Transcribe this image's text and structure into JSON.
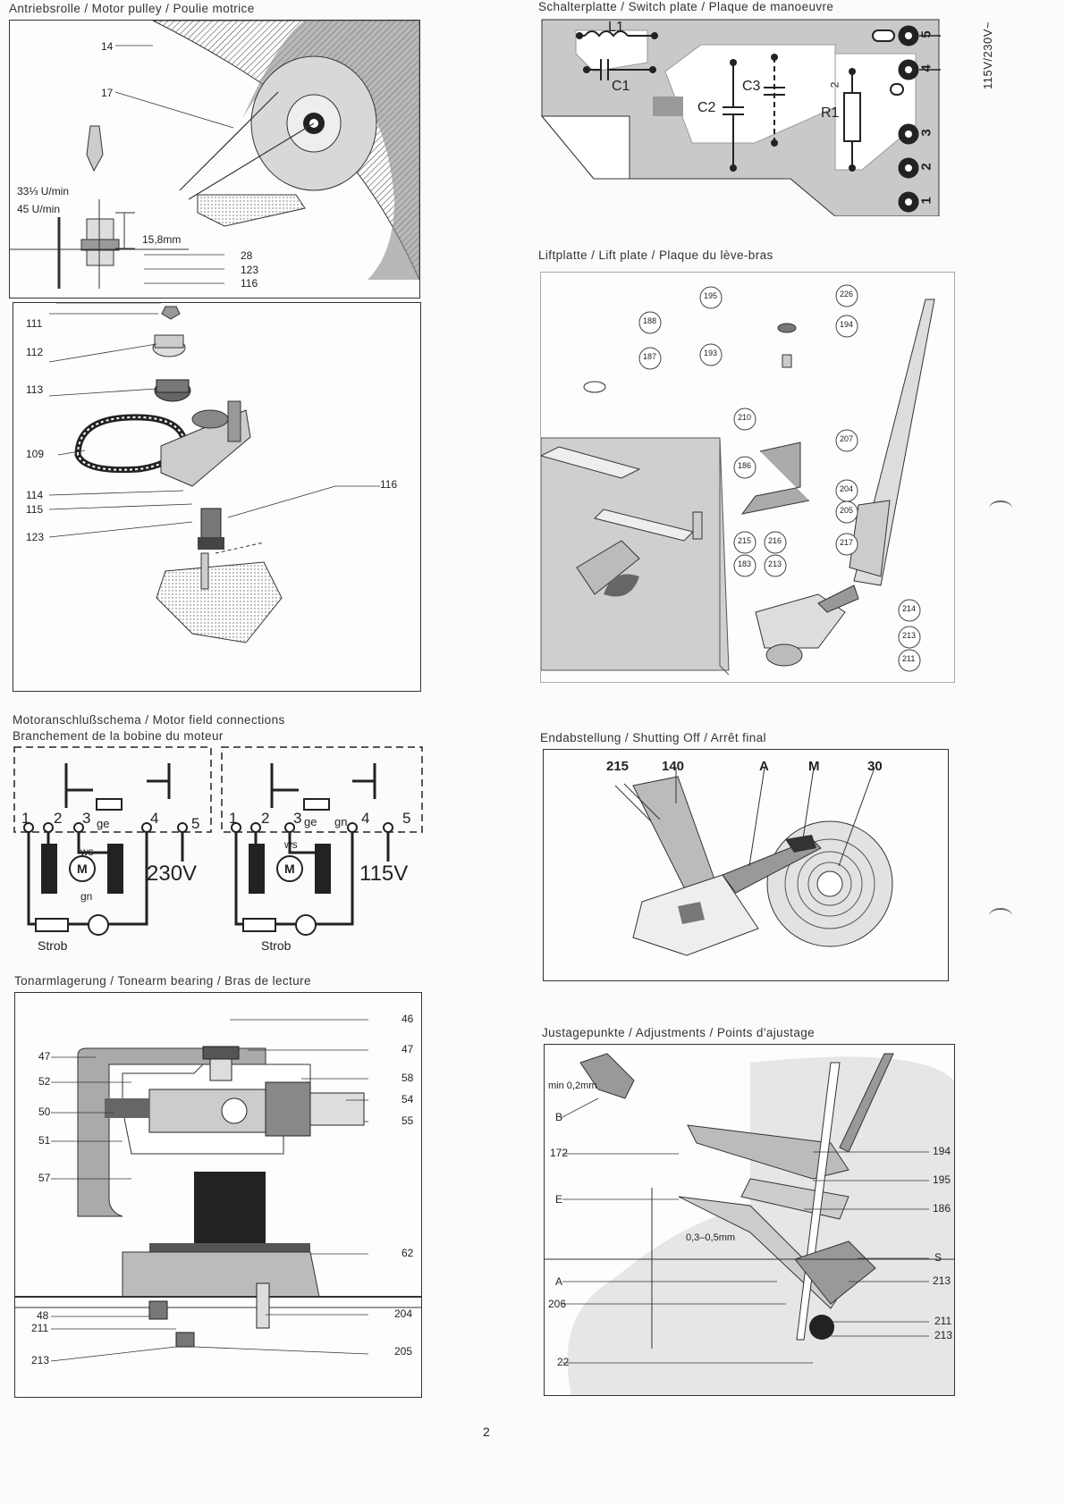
{
  "page_number": "2",
  "side_label": "115V/230V~",
  "motor_pulley": {
    "title": "Antriebsrolle / Motor pulley / Poulie motrice",
    "speed_33": "33⅓ U/min",
    "speed_45": "45 U/min",
    "dim": "15,8mm",
    "callouts": [
      "14",
      "17",
      "28",
      "123",
      "116"
    ]
  },
  "exploded": {
    "callouts": [
      "111",
      "112",
      "113",
      "109",
      "114",
      "115",
      "123",
      "116"
    ]
  },
  "switch_plate": {
    "title": "Schalterplatte / Switch plate / Plaque de manoeuvre",
    "components": [
      "L1",
      "C1",
      "C2",
      "C3",
      "R1"
    ],
    "terminals": [
      "5",
      "4",
      "3",
      "2",
      "1"
    ],
    "mark": "2"
  },
  "lift_plate": {
    "title": "Liftplatte / Lift plate / Plaque du lève-bras",
    "callouts": [
      "195",
      "226",
      "188",
      "194",
      "187",
      "193",
      "210",
      "207",
      "186",
      "204",
      "205",
      "215",
      "216",
      "217",
      "183",
      "213",
      "214",
      "213",
      "211"
    ]
  },
  "motor_conn": {
    "title_1": "Motoranschlußschema / Motor field connections",
    "title_2": "Branchement de la bobine du moteur",
    "left": {
      "voltage": "230V",
      "strob": "Strob",
      "ge": "ge",
      "ws": "ws",
      "gn": "gn",
      "m": "M",
      "terms": [
        "1",
        "2",
        "3",
        "4",
        "5"
      ]
    },
    "right": {
      "voltage": "115V",
      "strob": "Strob",
      "ge": "ge",
      "gn": "gn",
      "ws": "ws",
      "m": "M",
      "terms": [
        "1",
        "2",
        "3",
        "4",
        "5"
      ]
    }
  },
  "shutting_off": {
    "title": "Endabstellung / Shutting Off / Arrêt final",
    "labels": [
      "215",
      "140",
      "A",
      "M",
      "30"
    ]
  },
  "tonearm_bearing": {
    "title": "Tonarmlagerung / Tonearm bearing / Bras de lecture",
    "left_callouts": [
      "47",
      "52",
      "50",
      "51",
      "57",
      "48",
      "211",
      "213"
    ],
    "right_callouts": [
      "46",
      "47",
      "58",
      "54",
      "55",
      "62",
      "204",
      "205"
    ]
  },
  "adjustments": {
    "title": "Justagepunkte / Adjustments / Points d'ajustage",
    "min_gap": "min 0,2mm",
    "gap": "0,3–0,5mm",
    "left_labels": [
      "B",
      "172",
      "E",
      "A",
      "206",
      "22"
    ],
    "right_labels": [
      "194",
      "195",
      "186",
      "S",
      "213",
      "211",
      "213"
    ]
  }
}
